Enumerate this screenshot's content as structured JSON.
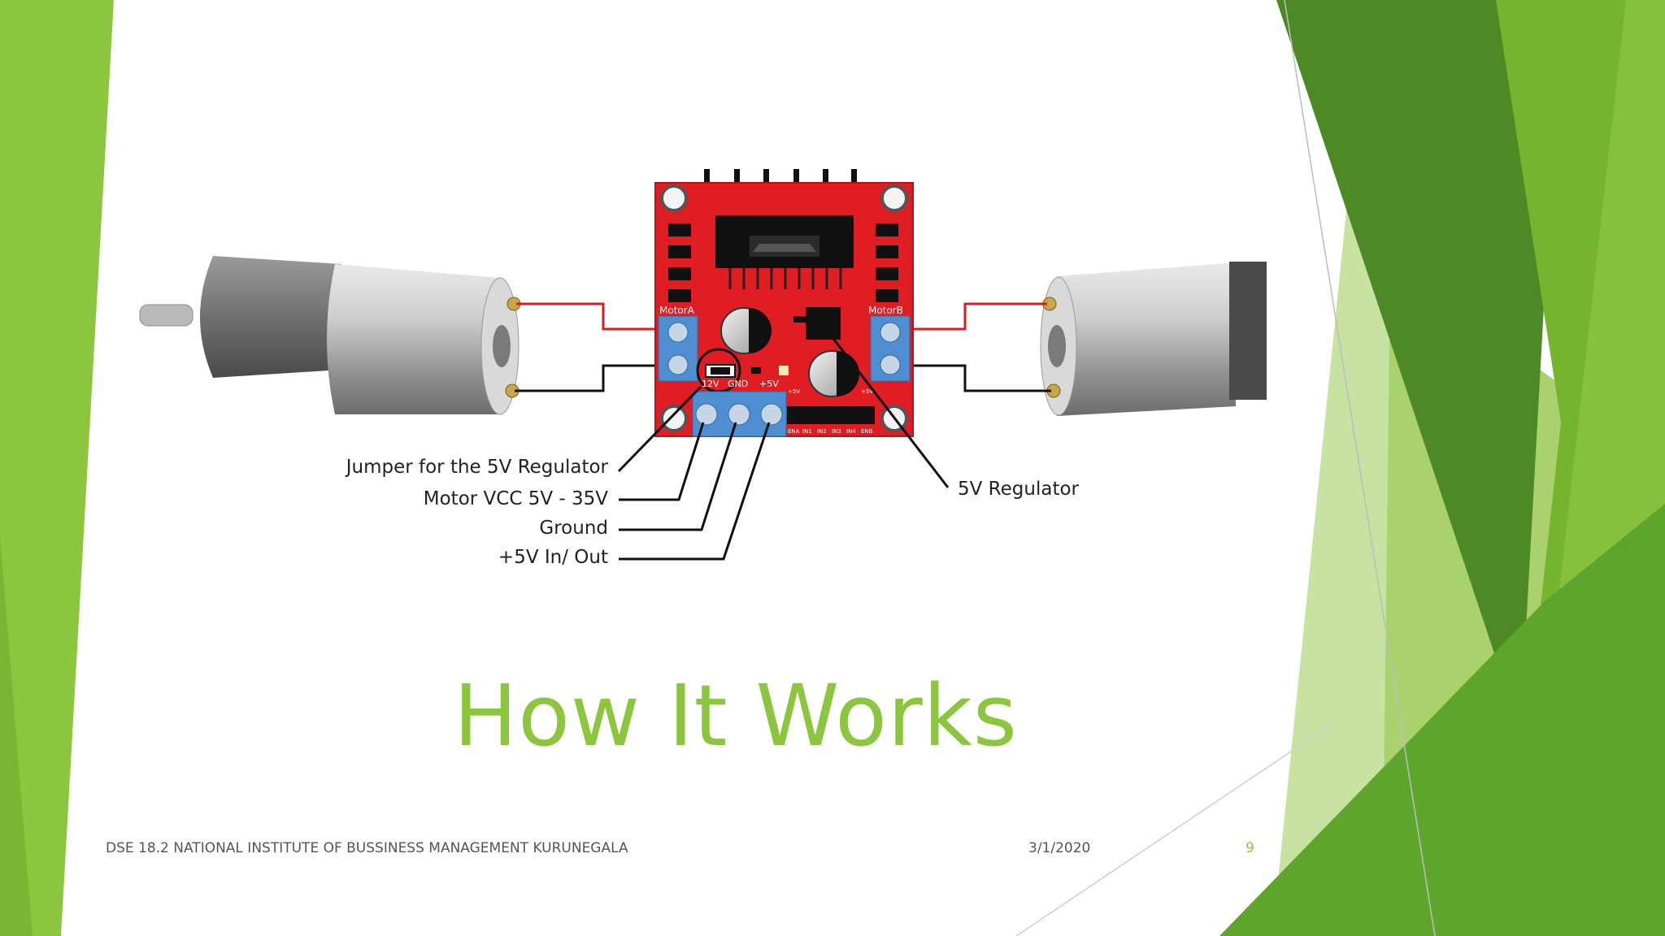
{
  "slide": {
    "title": "How It Works",
    "accent_color": "#8cc63e",
    "page_number": "9"
  },
  "footer": {
    "text": "DSE 18.2 NATIONAL INSTITUTE OF BUSSINESS MANAGEMENT KURUNEGALA",
    "date": "3/1/2020"
  },
  "diagram": {
    "callouts": {
      "jumper": "Jumper for the 5V Regulator",
      "motor_vcc": "Motor VCC 5V - 35V",
      "ground": "Ground",
      "plus5v": "+5V In/ Out",
      "regulator": "5V Regulator"
    },
    "board": {
      "motor_a": "MotorA",
      "motor_b": "MotorB",
      "pin_12v": "12V",
      "pin_gnd": "GND",
      "pin_5v": "+5V",
      "pin_5v_small_left": "+5V",
      "pin_5v_small_right": "+5V",
      "header_pins": [
        "ENA",
        "IN1",
        "IN2",
        "IN3",
        "IN4",
        "ENB"
      ]
    }
  }
}
